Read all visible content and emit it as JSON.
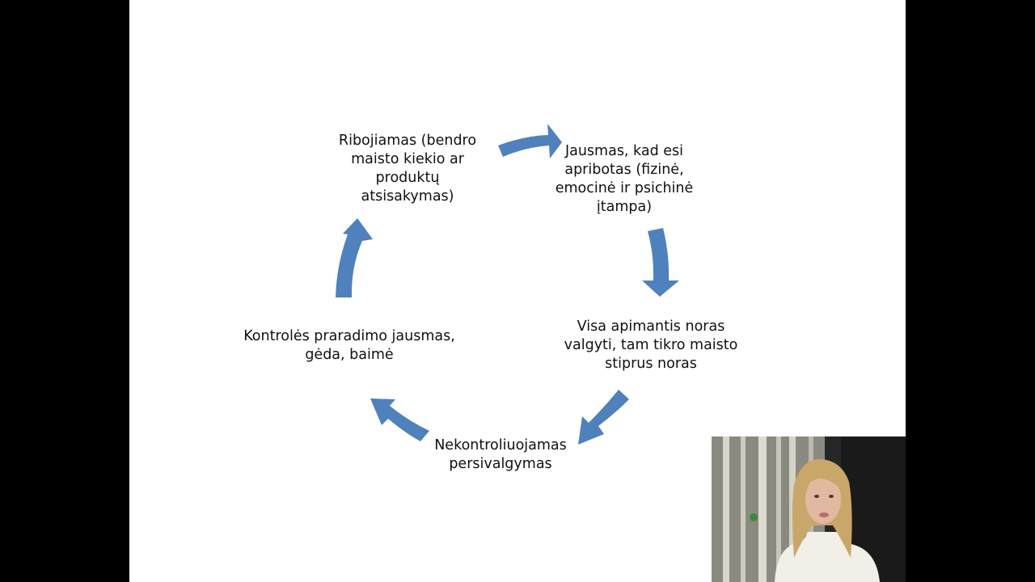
{
  "diagram": {
    "type": "cycle",
    "arrow_color": "#4f81bd",
    "nodes": [
      {
        "id": "restriction",
        "label": "Ribojiamas (bendro\nmaisto kiekio ar\nproduktų\natsisakymas)"
      },
      {
        "id": "feeling-restricted",
        "label": "Jausmas, kad esi\napribotas (fizinė,\nemocinė ir psichinė\nįtampa)"
      },
      {
        "id": "urge",
        "label": "Visa apimantis noras\nvalgyti, tam tikro maisto\nstiprus noras"
      },
      {
        "id": "binge",
        "label": "Nekontroliuojamas\npersivalgymas"
      },
      {
        "id": "loss-of-control",
        "label": "Kontrolės praradimo jausmas,\ngėda, baimė"
      }
    ],
    "edges": [
      [
        "restriction",
        "feeling-restricted"
      ],
      [
        "feeling-restricted",
        "urge"
      ],
      [
        "urge",
        "binge"
      ],
      [
        "binge",
        "loss-of-control"
      ],
      [
        "loss-of-control",
        "restriction"
      ]
    ]
  },
  "webcam": {
    "content": "presenter-video"
  }
}
